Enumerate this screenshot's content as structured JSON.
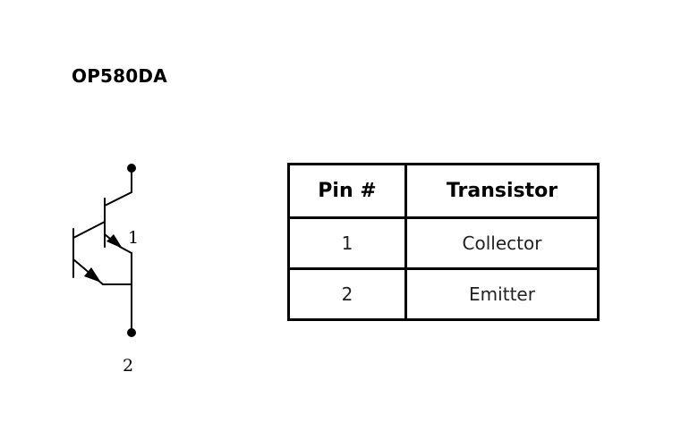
{
  "part_number": "OP580DA",
  "schematic": {
    "pin_labels": [
      "1",
      "2"
    ]
  },
  "pin_table": {
    "headers": [
      "Pin #",
      "Transistor"
    ],
    "rows": [
      {
        "pin": "1",
        "function": "Collector"
      },
      {
        "pin": "2",
        "function": "Emitter"
      }
    ]
  }
}
